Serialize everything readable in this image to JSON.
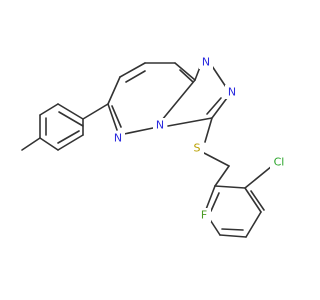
{
  "figure": {
    "type": "chemical-structure"
  },
  "atoms": {
    "n_top": "N",
    "n_right": "N",
    "n_bridge": "N",
    "n_pyridazine": "N",
    "sulfur": "S",
    "chlorine": "Cl",
    "fluorine": "F"
  },
  "colors": {
    "bond": "#333333",
    "nitrogen": "#2b2bdf",
    "sulfur": "#b9a000",
    "chlorine": "#2aa52a",
    "fluorine": "#4a9a22",
    "background": "#ffffff"
  }
}
